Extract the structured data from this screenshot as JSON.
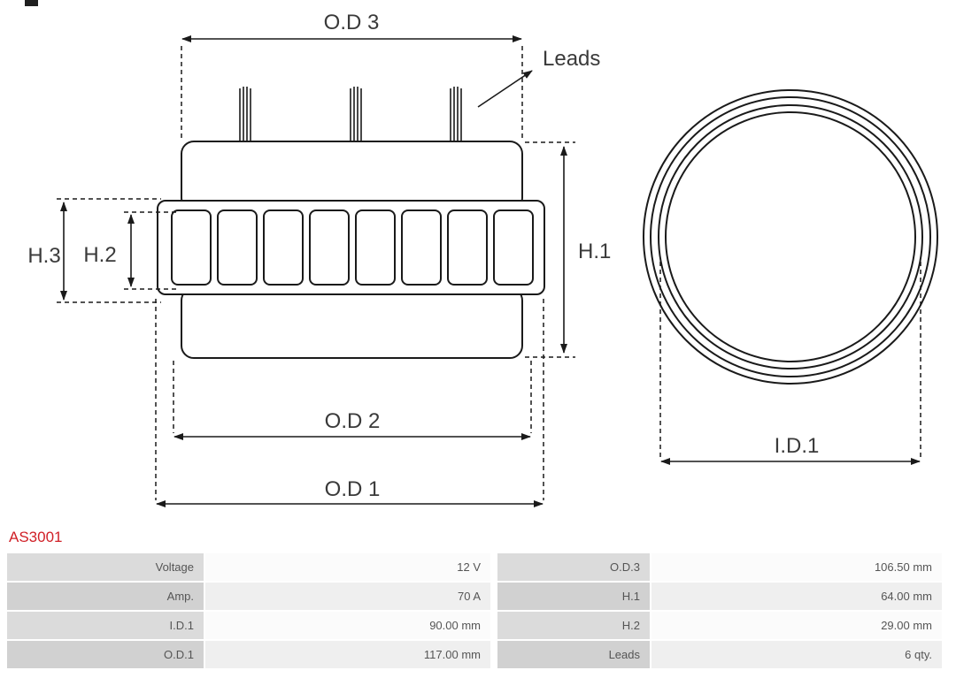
{
  "part_number": "AS3001",
  "accent_color": "#d01f26",
  "line_color": "#1a1a1a",
  "diagram": {
    "labels": {
      "od3": "O.D 3",
      "od2": "O.D 2",
      "od1": "O.D 1",
      "h1": "H.1",
      "h2": "H.2",
      "h3": "H.3",
      "leads": "Leads",
      "id1": "I.D.1"
    }
  },
  "table": {
    "rows": [
      {
        "label1": "Voltage",
        "value1": "12 V",
        "label2": "O.D.3",
        "value2": "106.50 mm"
      },
      {
        "label1": "Amp.",
        "value1": "70 A",
        "label2": "H.1",
        "value2": "64.00 mm"
      },
      {
        "label1": "I.D.1",
        "value1": "90.00 mm",
        "label2": "H.2",
        "value2": "29.00 mm"
      },
      {
        "label1": "O.D.1",
        "value1": "117.00 mm",
        "label2": "Leads",
        "value2": "6 qty."
      }
    ]
  }
}
